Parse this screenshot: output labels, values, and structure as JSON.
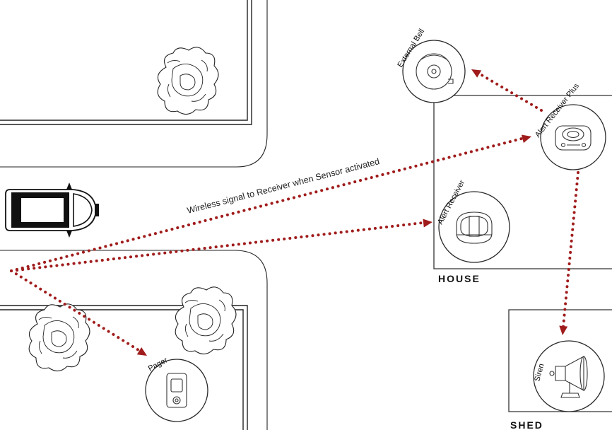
{
  "buildings": {
    "house": "HOUSE",
    "shed": "SHED"
  },
  "devices": {
    "external_bell": "External Bell",
    "alert_receiver_plus": "Alert Receiver Plus",
    "alert_receiver": "Alert Receiver",
    "pager": "Pager",
    "siren": "Siren"
  },
  "signal_label": "Wireless signal to Receiver when Sensor activated",
  "colors": {
    "signal": "#a01c1c",
    "line": "#222222"
  }
}
